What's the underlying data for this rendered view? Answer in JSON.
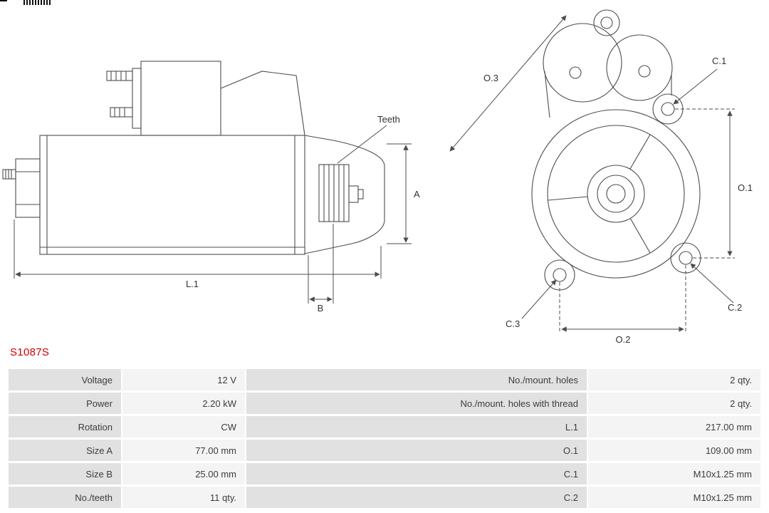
{
  "part_number": "S1087S",
  "colors": {
    "part_number_red": "#cc0000",
    "label_cell_bg": "#e1e1e1",
    "value_cell_bg": "#f4f4f4",
    "drawing_line": "#4d4d4d"
  },
  "drawing": {
    "side_view": {
      "labels": {
        "teeth": "Teeth",
        "a": "A",
        "l1": "L.1",
        "b": "B"
      }
    },
    "front_view": {
      "labels": {
        "o3": "O.3",
        "o1": "O.1",
        "o2": "O.2",
        "c1": "C.1",
        "c2": "C.2",
        "c3": "C.3"
      }
    }
  },
  "spec_table": {
    "rows": [
      {
        "label_left": "Voltage",
        "value_left": "12 V",
        "label_right": "No./mount. holes",
        "value_right": "2 qty."
      },
      {
        "label_left": "Power",
        "value_left": "2.20 kW",
        "label_right": "No./mount. holes with thread",
        "value_right": "2 qty."
      },
      {
        "label_left": "Rotation",
        "value_left": "CW",
        "label_right": "L.1",
        "value_right": "217.00 mm"
      },
      {
        "label_left": "Size A",
        "value_left": "77.00 mm",
        "label_right": "O.1",
        "value_right": "109.00 mm"
      },
      {
        "label_left": "Size B",
        "value_left": "25.00 mm",
        "label_right": "C.1",
        "value_right": "M10x1.25 mm"
      },
      {
        "label_left": "No./teeth",
        "value_left": "11 qty.",
        "label_right": "C.2",
        "value_right": "M10x1.25 mm"
      }
    ]
  }
}
